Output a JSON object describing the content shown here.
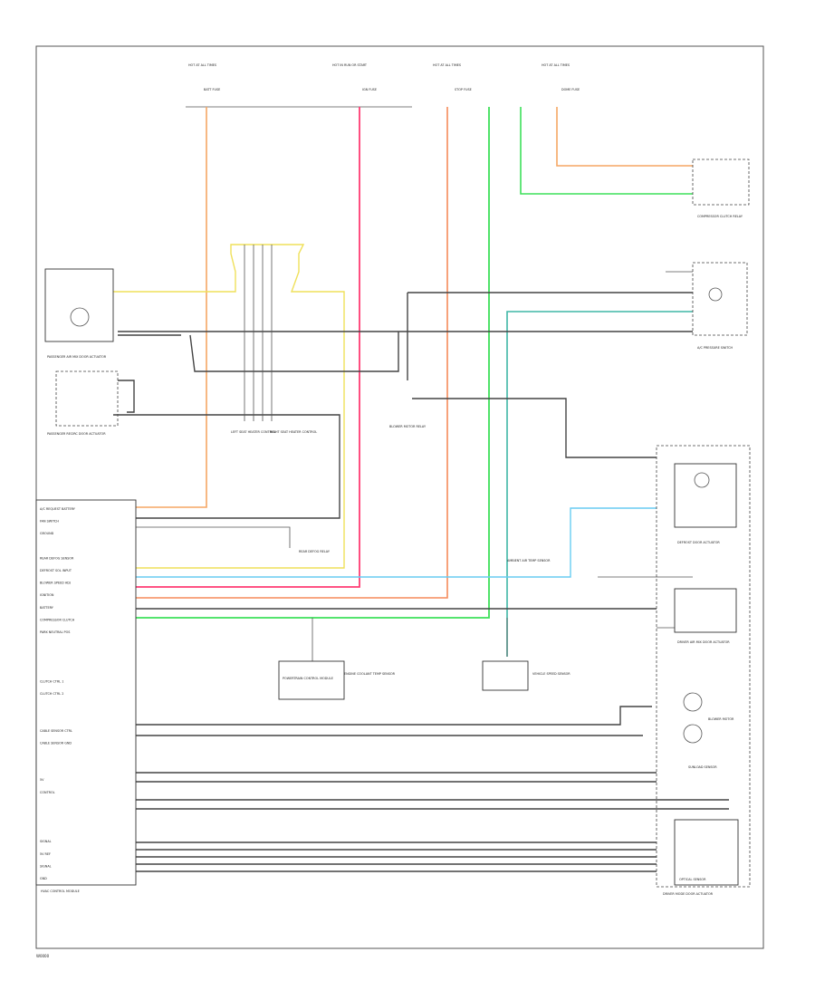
{
  "diagram_code": "W0000",
  "fuses": [
    {
      "label": "HOT AT ALL TIMES",
      "sub": "BATT FUSE"
    },
    {
      "label": "HOT IN RUN OR START",
      "sub": "IGN FUSE"
    },
    {
      "label": "HOT AT ALL TIMES",
      "sub": "STOP FUSE"
    },
    {
      "label": "HOT AT ALL TIMES",
      "sub": "DOME FUSE"
    }
  ],
  "components": {
    "air_mix_door_actuator": "PASSENGER AIR MIX DOOR ACTUATOR",
    "recirc_door_actuator": "PASSENGER RECIRC DOOR ACTUATOR",
    "mode_door_actuator": "DRIVER MODE DOOR ACTUATOR",
    "left_seat_heater": "LEFT SEAT HEATER CONTROL",
    "right_seat_heater": "RIGHT SEAT HEATER CONTROL",
    "blower_motor_relay": "BLOWER MOTOR RELAY",
    "compressor_relay": "COMPRESSOR CLUTCH RELAY",
    "ac_pressure_switch": "A/C PRESSURE SWITCH",
    "power_control_module": "POWERTRAIN CONTROL MODULE",
    "defrost_door_actuator": "DEFROST DOOR ACTUATOR",
    "driver_air_mix": "DRIVER AIR MIX DOOR ACTUATOR",
    "ambient_sensor": "AMBIENT AIR TEMP SENSOR",
    "vehicle_speed": "VEHICLE SPEED SENSOR",
    "engine_temp": "ENGINE COOLANT TEMP SENSOR",
    "hvac_control": "HVAC CONTROL MODULE",
    "blower_motor": "BLOWER MOTOR",
    "sunload_sensor": "SUNLOAD SENSOR",
    "optical_sensor": "OPTICAL SENSOR",
    "rear_defog": "REAR DEFOG RELAY"
  },
  "hvac_pins": [
    "A/C REQUEST BATTERY",
    "FAN SWITCH",
    "GROUND",
    "",
    "REAR DEFOG SENSOR",
    "DEFROST SOL INPUT",
    "BLOWER SPEED ADJ",
    "IGNITION",
    "BATTERY",
    "COMPRESSOR CLUTCH",
    "PARK NEUTRAL POS",
    "",
    "",
    "",
    "CLUTCH CTRL 1",
    "CLUTCH CTRL 2",
    "",
    "",
    "CABLE SENSOR CTRL",
    "CABLE SENSOR GND",
    "",
    "",
    "5V",
    "CONTROL",
    "",
    "",
    "",
    "SIGNAL",
    "5V REF",
    "SIGNAL",
    "GND"
  ],
  "colors": {
    "orange": "#f5a664",
    "pink": "#ff3b73",
    "salmon": "#f58a5a",
    "green": "#3de05a",
    "teal": "#3fb7a6",
    "cyan": "#68ccf2",
    "yellow": "#efe05a",
    "wire_black": "#444444",
    "frame": "#555555"
  }
}
